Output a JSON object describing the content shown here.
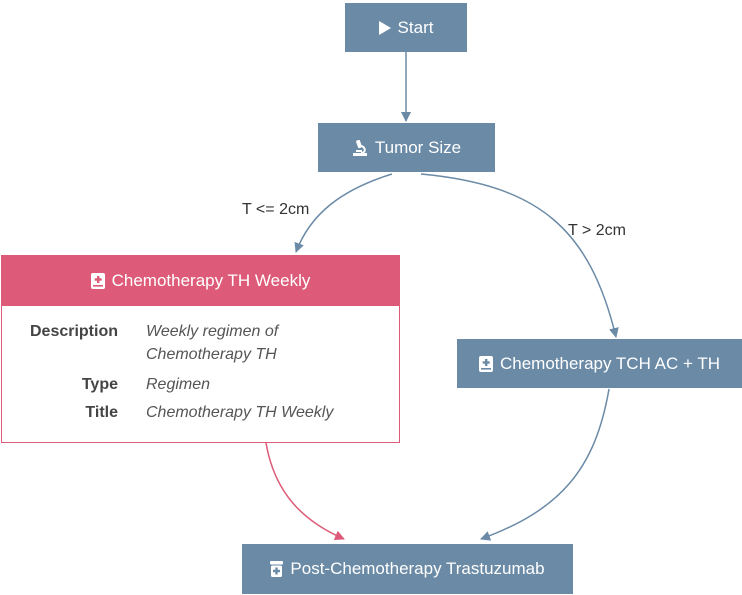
{
  "colors": {
    "node": "#6a8aa6",
    "highlight": "#dd5b78",
    "edge": "#6a8aa6",
    "edge_highlight": "#dd5b78"
  },
  "nodes": {
    "start": {
      "label": "Start",
      "icon": "play-icon"
    },
    "tumor_size": {
      "label": "Tumor Size",
      "icon": "microscope-icon"
    },
    "chemo_th_weekly": {
      "label": "Chemotherapy TH Weekly",
      "icon": "medical-book-icon",
      "details": [
        {
          "key": "Description",
          "value": "Weekly regimen of Chemotherapy TH"
        },
        {
          "key": "Type",
          "value": "Regimen"
        },
        {
          "key": "Title",
          "value": "Chemotherapy TH Weekly"
        }
      ]
    },
    "chemo_tch": {
      "label": "Chemotherapy TCH AC + TH",
      "icon": "medical-book-icon"
    },
    "post_chemo": {
      "label": "Post-Chemotherapy Trastuzumab",
      "icon": "prescription-bottle-icon"
    }
  },
  "edges": {
    "small": {
      "label": "T <= 2cm"
    },
    "large": {
      "label": "T > 2cm"
    }
  }
}
